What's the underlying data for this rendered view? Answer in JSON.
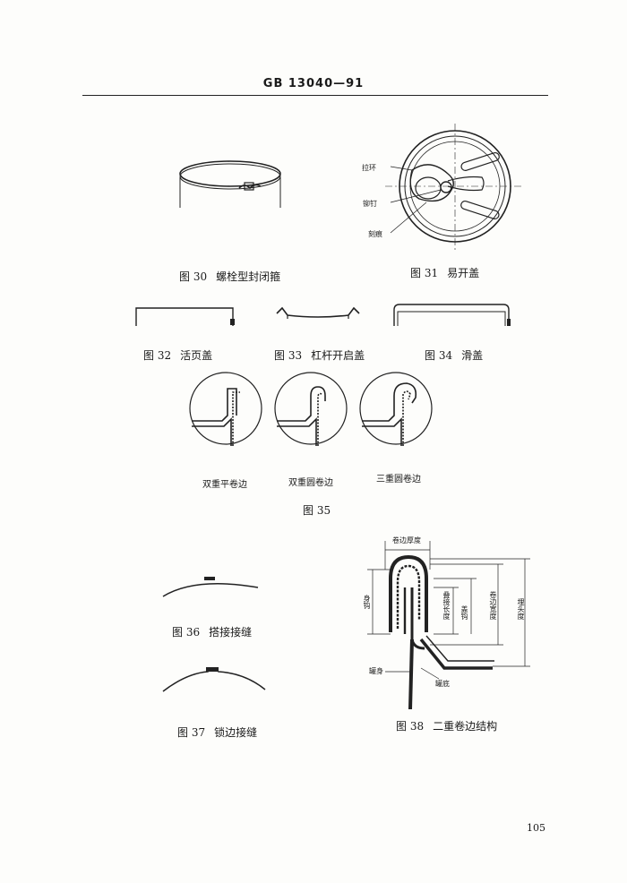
{
  "header": {
    "code": "GB 13040—91"
  },
  "figures": {
    "f30": {
      "num": "图  30",
      "title": "螺栓型封闭箍"
    },
    "f31": {
      "num": "图  31",
      "title": "易开盖",
      "labels": {
        "pull_ring": "拉环",
        "rivet": "铆钉",
        "score": "刻痕"
      }
    },
    "f32": {
      "num": "图  32",
      "title": "活页盖"
    },
    "f33": {
      "num": "图  33",
      "title": "杠杆开启盖"
    },
    "f34": {
      "num": "图  34",
      "title": "滑盖"
    },
    "f35": {
      "num": "图  35",
      "subs": [
        "双重平卷边",
        "双重圆卷边",
        "三重圆卷边"
      ]
    },
    "f36": {
      "num": "图  36",
      "title": "搭接接缝"
    },
    "f37": {
      "num": "图  37",
      "title": "锁边接缝"
    },
    "f38": {
      "num": "图  38",
      "title": "二重卷边结构",
      "labels": {
        "seam_thickness": "卷边厚度",
        "body_hook": "身钩",
        "overlap": "叠接长度",
        "cover_hook": "盖钩",
        "seam_width": "卷边宽度",
        "countersink": "埋头度",
        "body": "罐身",
        "end": "罐底"
      }
    }
  },
  "page_number": "105"
}
